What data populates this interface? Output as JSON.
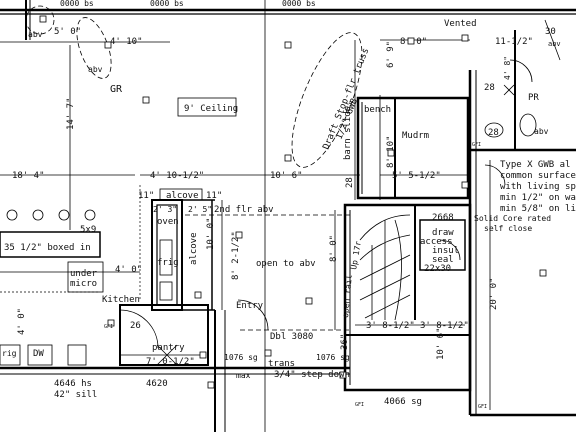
{
  "plan": {
    "labels": {
      "abv_top": "abv",
      "dim_5_0": "5' 0\"",
      "dim_4_10": "4' 10\"",
      "abv_left": "abv",
      "gr": "GR",
      "dim_14_7": "14' 7\"",
      "ceiling": "9' Ceiling",
      "draft_stop": "Draft Stop-flr truss",
      "gwb_half": "1/2\" GWB",
      "barn_slide": "barn slide",
      "dim_6_9": "6' 9\"",
      "dim_8_0": "8' 0\"",
      "vented": "Vented",
      "dim_11_12": "11-1/2\"",
      "dim_30": "30",
      "dim_28a": "28",
      "dim_4_8": "4' 8\"",
      "pr": "PR",
      "dim_28b": "28",
      "abv_right": "abv",
      "bench": "bench",
      "mudrm": "Mudrm",
      "dim_8_10": "8' 10\"",
      "dim_28c": "28",
      "dim_5_5half": "5' 5-1/2\"",
      "dim_10_6": "10' 6\"",
      "dim_4_10half": "4' 10-1/2\"",
      "dim_18_4": "18' 4\"",
      "alcove_top": "alcove",
      "dim_11a": "11\"",
      "dim_11b": "11\"",
      "dim_2_3": "2' 3\"",
      "dim_2_5": "2' 5\"",
      "flr_abv": "2nd flr abv",
      "dim_5x9": "5x9",
      "boxed": "35 1/2\" boxed in",
      "oven": "oven",
      "alcove_side": "alcove",
      "dim_8_2half": "8' 2-1/2\"",
      "dim_10_0": "10' 0\"",
      "frig": "frig",
      "dim_4_0a": "4' 0\"",
      "under_micro_1": "under",
      "under_micro_2": "micro",
      "open_abv": "open to abv",
      "kitchen": "Kitchen",
      "entry": "Entry",
      "dim_26": "26",
      "pantry": "pantry",
      "dim_7_0half": "7' 0-1/2\"",
      "dbl_3080": "Dbl 3080",
      "dim_8_0b": "8' 0\"",
      "dim_36": "36\"",
      "up_17r": "Up 17r",
      "open_rail": "open rail",
      "dim_3_8half_a": "3' 8-1/2\"",
      "dim_3_8half_b": "3' 8-1/2\"",
      "dim_2668": "2668",
      "drawer": "draw",
      "access": "access",
      "insul": "insul",
      "seal": "seal",
      "dim_22x30": "22x30",
      "solid_core": "Solid Core rated",
      "self_close": "self close",
      "type_x_1": "Type X GWB al",
      "type_x_2": "common surface",
      "type_x_3": "with living spa",
      "type_x_4": "min 1/2\" on wa",
      "type_x_5": "min 5/8\" on lid",
      "dim_20_0": "20' 0\"",
      "dim_4_0b": "4' 0\"",
      "dim_10_6b": "10' 6\"",
      "rig": "rig",
      "dw": "DW",
      "sg_1076": "1076 sg",
      "trans": "trans",
      "step_down": "3/4\" step down",
      "max_half": "max",
      "sg_4646": "4646 hs",
      "sill_42": "42\" sill",
      "sg_4620": "4620",
      "sg_4066": "4066 sg",
      "sg_1076b": "1076 sg",
      "top_a": "0000 bs",
      "top_b": "0000 bs",
      "top_c": "0000 bs",
      "ceiling_abv": "abv",
      "gfi_1": "GFI",
      "gfi_2": "GFI",
      "gfi_3": "GFI",
      "gfi_4": "GFI"
    }
  }
}
